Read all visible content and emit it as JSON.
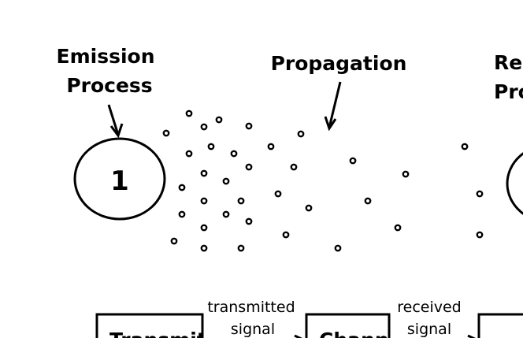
{
  "labels": {
    "emission_line1": "Emission",
    "emission_line2": "Process",
    "propagation": "Propagation",
    "reception_line1_partial": "Rec",
    "reception_line2_partial": "Pro",
    "source_number": "1",
    "transmitted_line1": "transmitted",
    "transmitted_line2": "signal",
    "received_line1": "received",
    "received_line2": "signal",
    "transmitter_partial": "Transmitt",
    "channel_partial": "Channel"
  },
  "colors": {
    "stroke": "#000000",
    "background": "#ffffff"
  }
}
